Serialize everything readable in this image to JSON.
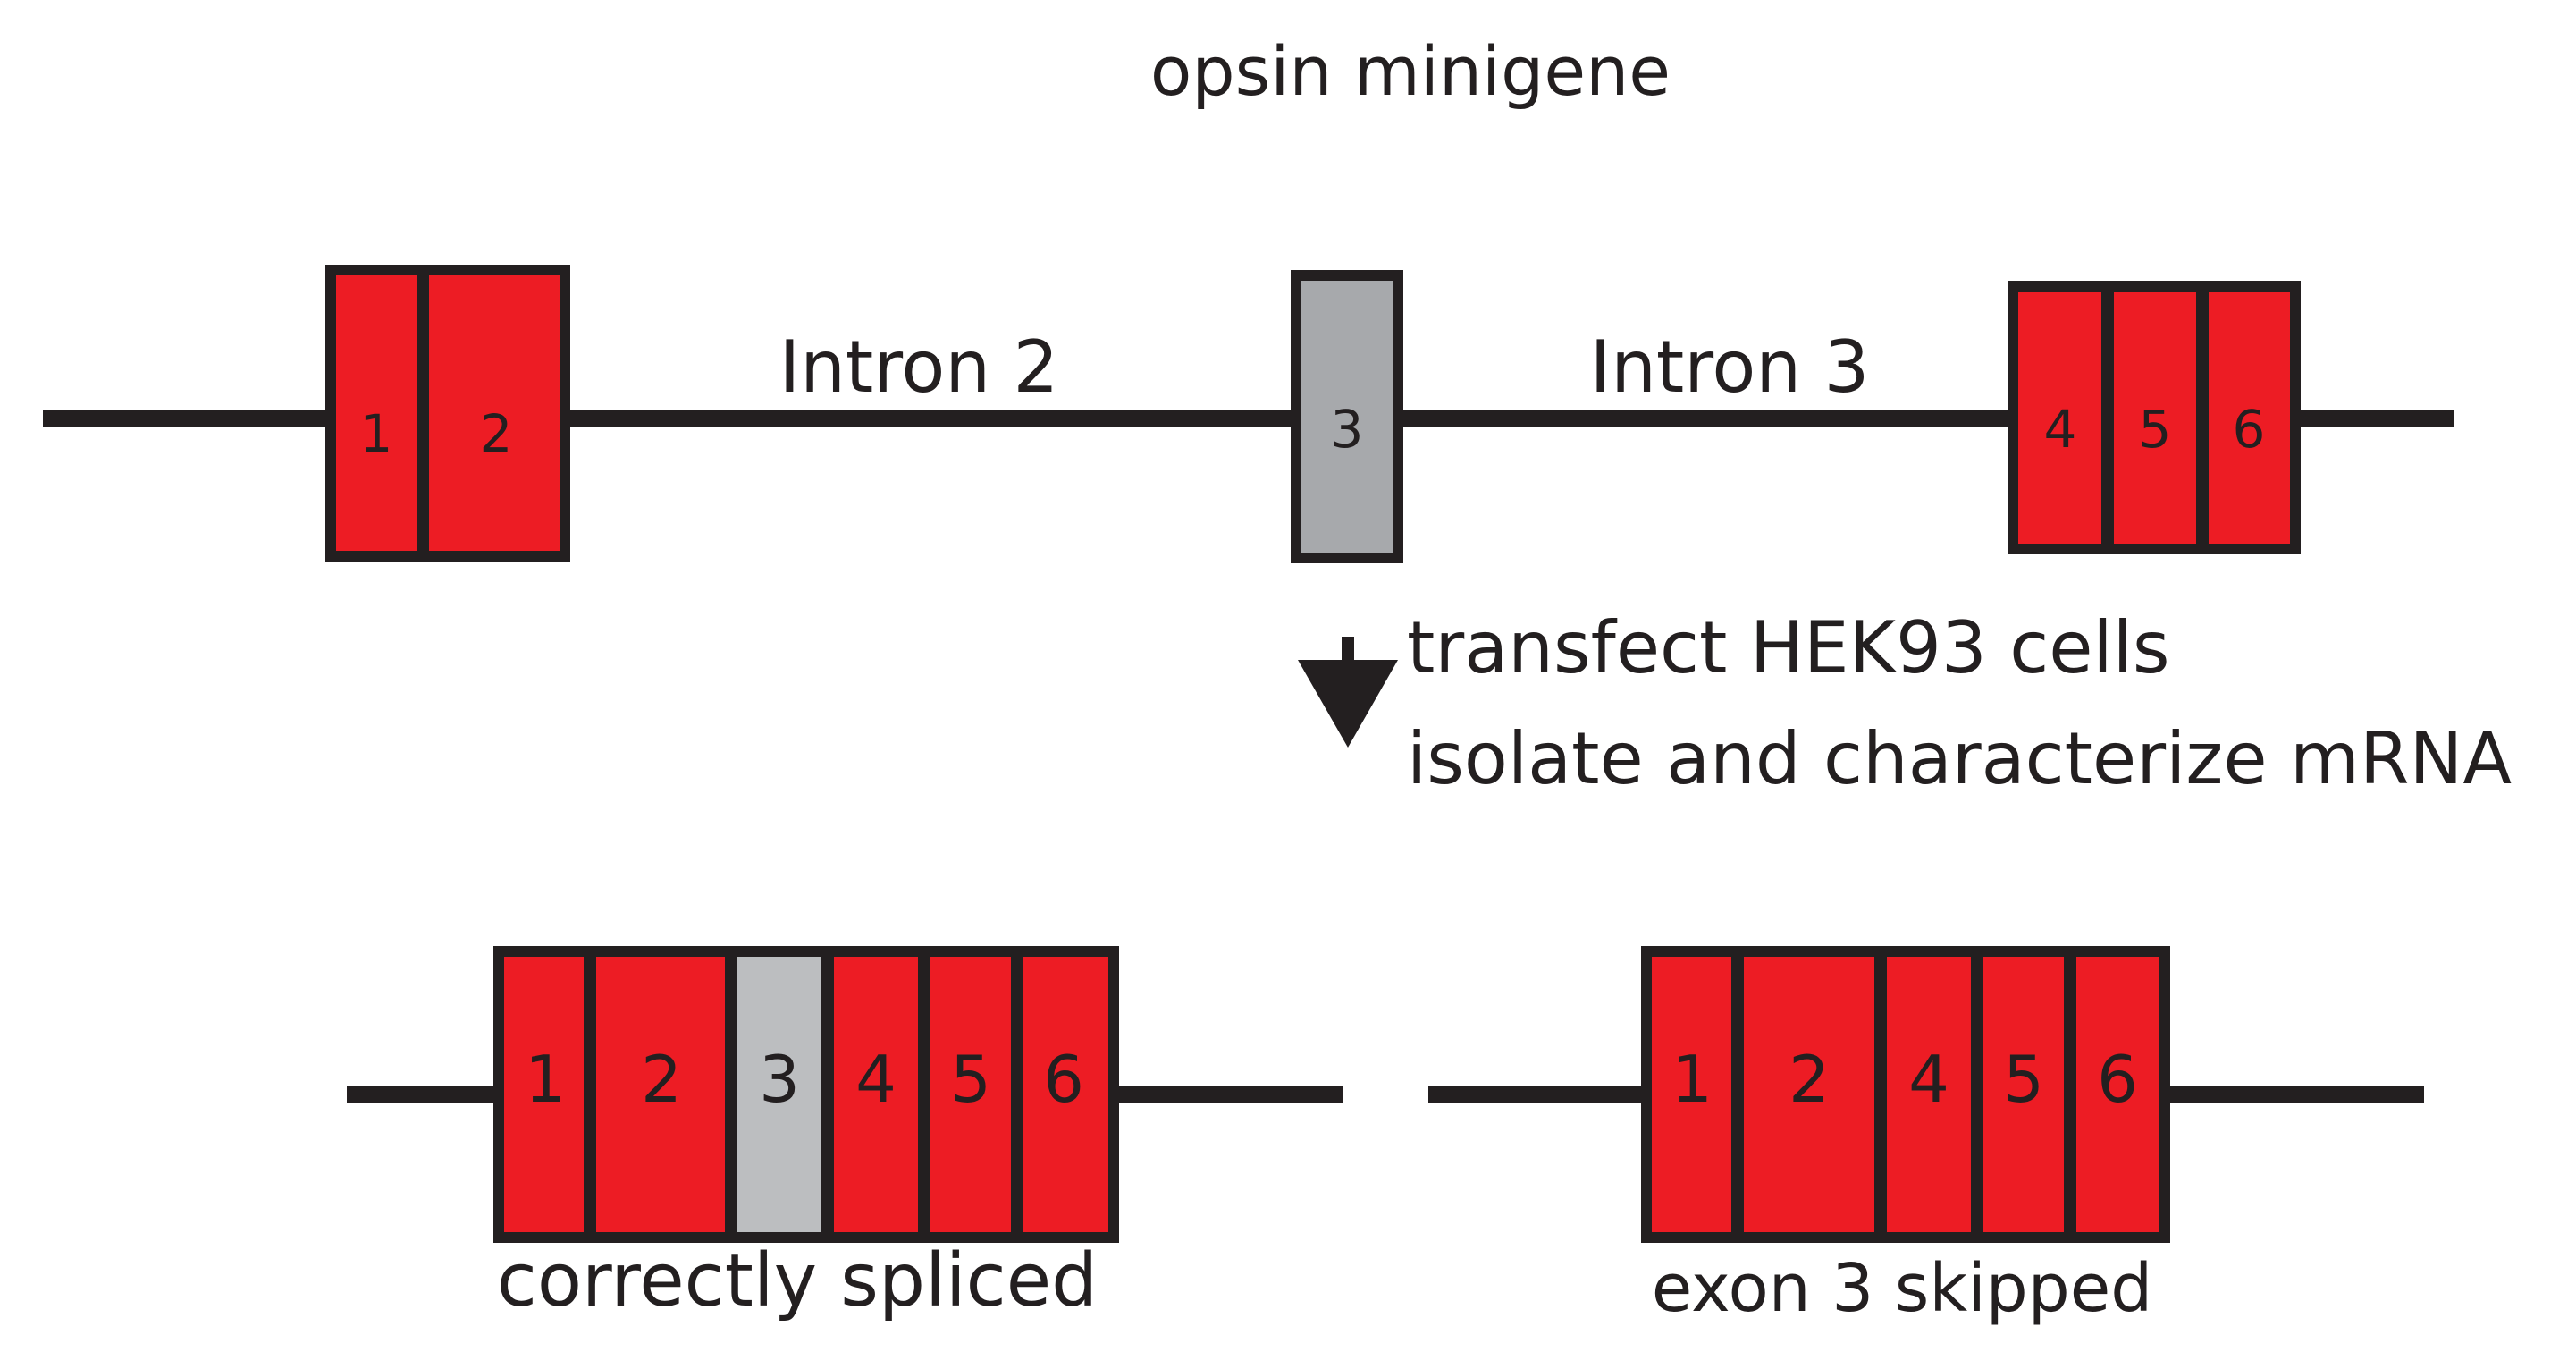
{
  "title": "opsin minigene",
  "colors": {
    "exon_red": "#ed1c24",
    "exon_gray": "#a7a9ac",
    "exon_gray_light": "#bcbec0",
    "line": "#231f20",
    "text": "#231f20"
  },
  "minigene": {
    "exons": [
      "1",
      "2",
      "3",
      "4",
      "5",
      "6"
    ],
    "introns": [
      "Intron 2",
      "Intron 3"
    ]
  },
  "step": {
    "line1": "transfect HEK93 cells",
    "line2": "isolate and characterize mRNA"
  },
  "products": [
    {
      "label": "correctly spliced",
      "exons": [
        "1",
        "2",
        "3",
        "4",
        "5",
        "6"
      ]
    },
    {
      "label": "exon 3 skipped",
      "exons": [
        "1",
        "2",
        "4",
        "5",
        "6"
      ]
    }
  ]
}
